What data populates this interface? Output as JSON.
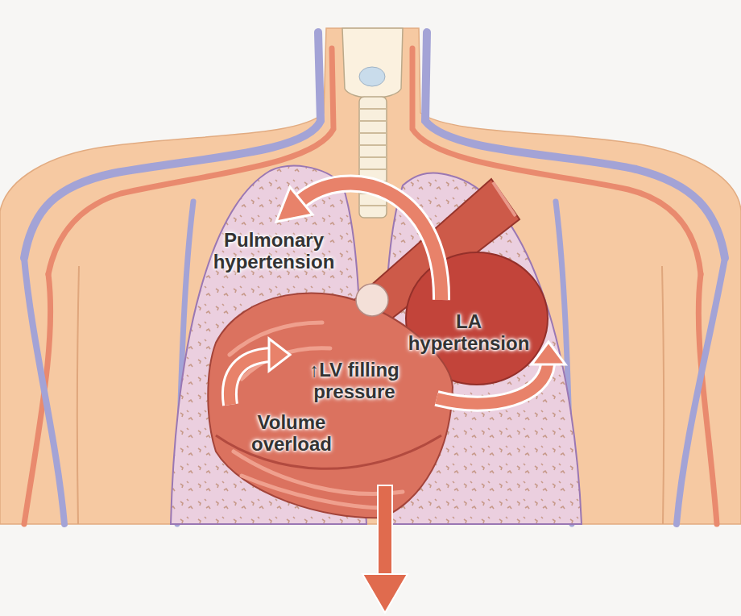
{
  "diagram": {
    "labels": [
      "Pulmonary hypertension",
      "LA hypertension",
      "↑LV filling pressure",
      "Volume overload"
    ]
  }
}
